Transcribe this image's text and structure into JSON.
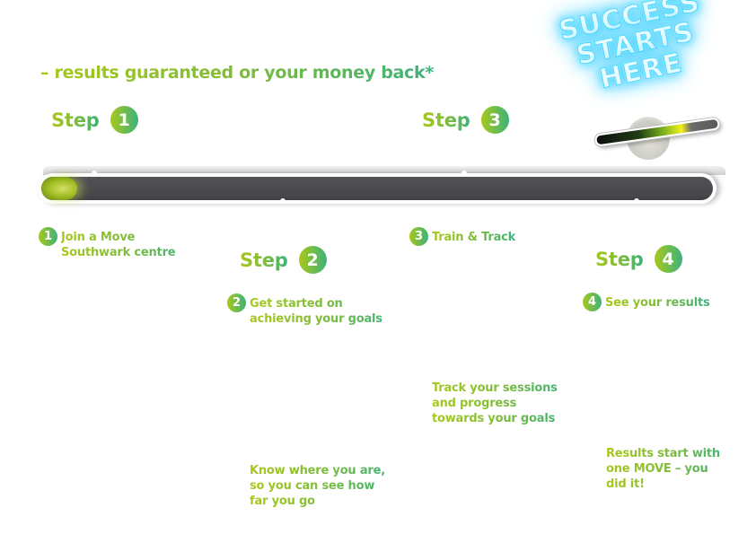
{
  "tagline": "– results guaranteed or your money back*",
  "sign": {
    "lines": [
      "SUCCESS",
      "STARTS",
      "HERE"
    ]
  },
  "progress": {
    "fill_fraction": 0.04
  },
  "steps": [
    {
      "heading_word": "Step",
      "number": "1",
      "sub_number": "1",
      "title": "Join a Move Southwark centre",
      "description": ""
    },
    {
      "heading_word": "Step",
      "number": "2",
      "sub_number": "2",
      "title": "Get started on achieving your goals",
      "description": "Know where you are, so you can see how far you go"
    },
    {
      "heading_word": "Step",
      "number": "3",
      "sub_number": "3",
      "title": "Train & Track",
      "description": "Track your sessions and progress towards your goals"
    },
    {
      "heading_word": "Step",
      "number": "4",
      "sub_number": "4",
      "title": "See your results",
      "description": "Results start with one MOVE – you did it!"
    }
  ],
  "colors": {
    "gradient_start": "#a8c81a",
    "gradient_end": "#3cb27c",
    "bar_dark": "#4a494d",
    "neon_blue": "#2ac6ff"
  }
}
